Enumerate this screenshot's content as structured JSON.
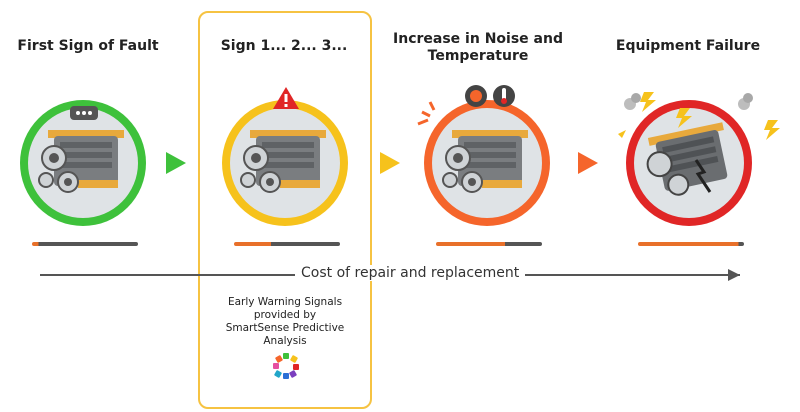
{
  "stages": [
    {
      "title": "First Sign of Fault",
      "ring_color": "#3ec13b",
      "icon": "dots-bubble-icon"
    },
    {
      "title": "Sign 1... 2... 3...",
      "ring_color": "#f6c21c",
      "icon": "warning-icon"
    },
    {
      "title": "Increase in Noise and Temperature",
      "ring_color": "#f5652b",
      "icon": "thermometer-icon"
    },
    {
      "title": "Equipment Failure",
      "ring_color": "#e02626",
      "icon": "lightning-icon"
    }
  ],
  "arrow_colors": [
    "#3ec13b",
    "#f6c21c",
    "#f5652b"
  ],
  "cost_label": "Cost of repair and replacement",
  "early_warning": {
    "line1": "Early Warning Signals",
    "line2": "provided by",
    "line3": "SmartSense Predictive Analysis"
  },
  "colors": {
    "highlight_border": "#f6c342",
    "engine_body": "#7a7d80",
    "gauge_fill": "#e8702a"
  }
}
